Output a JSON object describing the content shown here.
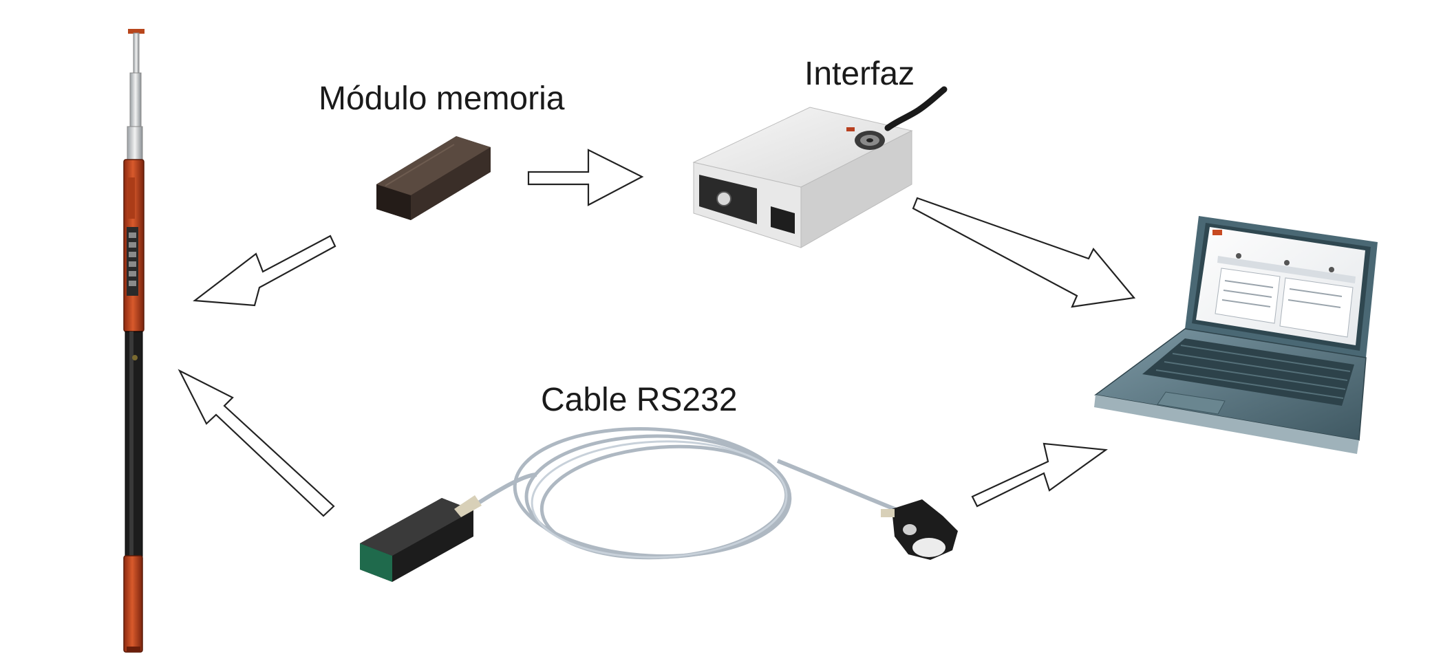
{
  "labels": {
    "memory_module": "Módulo memoria",
    "interface": "Interfaz",
    "cable": "Cable RS232"
  },
  "components": [
    "measuring-pole",
    "memory-module",
    "interface-box",
    "laptop",
    "rs232-cable"
  ],
  "colors": {
    "background": "#ffffff",
    "pole_orange": "#c84a22",
    "pole_dark": "#1c1c1c",
    "module_dark": "#3a2e26",
    "box_light": "#eeeeee",
    "laptop_body": "#5c7a86",
    "cable_grey": "#b8c2cc",
    "arrow_stroke": "#222222"
  },
  "arrows": [
    {
      "from": "memory-module",
      "to": "interface-box"
    },
    {
      "from": "interface-box",
      "to": "laptop"
    },
    {
      "from": "memory-module",
      "to": "measuring-pole"
    },
    {
      "from": "rs232-cable",
      "to": "measuring-pole"
    },
    {
      "from": "rs232-cable",
      "to": "laptop"
    }
  ]
}
